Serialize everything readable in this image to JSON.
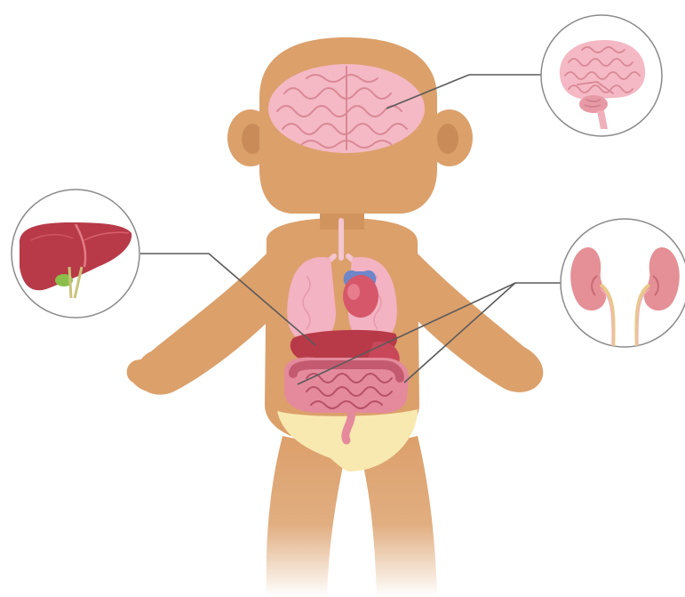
{
  "figure": {
    "subject": "child-body",
    "colors": {
      "skin": "#dca06b",
      "skin_shadow": "#c98c58",
      "brain": "#f4b9c4",
      "brain_line": "#d98896",
      "lungs": "#f3b3c3",
      "heart": "#d6576a",
      "liver": "#b83a48",
      "intestine": "#e48a9c",
      "kidney": "#e58f96",
      "diaper": "#f8e9b0",
      "leader_line": "#5a5a5a",
      "circle_border": "#8a8a8a"
    }
  },
  "callouts": [
    {
      "organ": "brain",
      "icon": "brain-icon"
    },
    {
      "organ": "liver",
      "icon": "liver-icon"
    },
    {
      "organ": "kidneys",
      "icon": "kidneys-icon"
    }
  ]
}
